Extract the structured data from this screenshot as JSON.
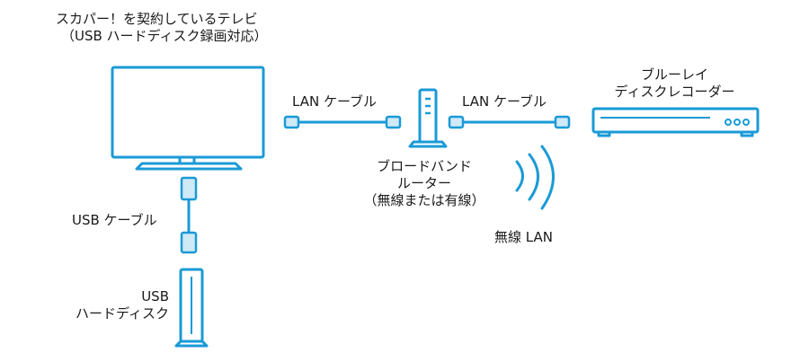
{
  "tv": {
    "line1": "スカパー！を契約しているテレビ",
    "line2": "（USB ハードディスク録画対応）"
  },
  "bluray": {
    "line1": "ブルーレイ",
    "line2": "ディスクレコーダー"
  },
  "router": {
    "line1": "ブロードバンド",
    "line2": "ルーター",
    "line3": "（無線または有線）"
  },
  "cables": {
    "lan_left": "LAN ケーブル",
    "lan_right": "LAN ケーブル",
    "usb": "USB ケーブル"
  },
  "wireless": {
    "label": "無線 LAN"
  },
  "hdd": {
    "line1": "USB",
    "line2": "ハードディスク"
  },
  "colors": {
    "outline": "#1a9ad6",
    "fill_light": "#cfe9f7",
    "text": "#1a1a1a"
  }
}
